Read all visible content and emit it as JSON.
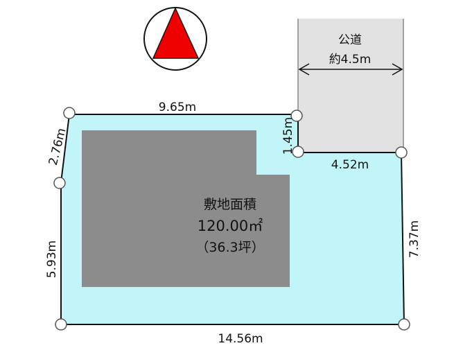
{
  "colors": {
    "lot_fill": "#c2f5f7",
    "building_fill": "#8c8c8c",
    "road_fill": "#e2e2e2",
    "north_arrow": "#ee0000",
    "outline": "#111111"
  },
  "north_arrow": {
    "icon": "north-arrow-icon"
  },
  "road": {
    "label": "公道",
    "width_label": "約4.5m"
  },
  "dimensions": {
    "top": "9.65m",
    "top_left_slope": "2.76m",
    "left": "5.93m",
    "bottom": "14.56m",
    "right": "7.37m",
    "road_frontage": "4.52m",
    "notch_height": "1.45m"
  },
  "site_area": {
    "title": "敷地面積",
    "area_sqm": "120.00㎡",
    "area_tsubo": "（36.3坪）"
  }
}
